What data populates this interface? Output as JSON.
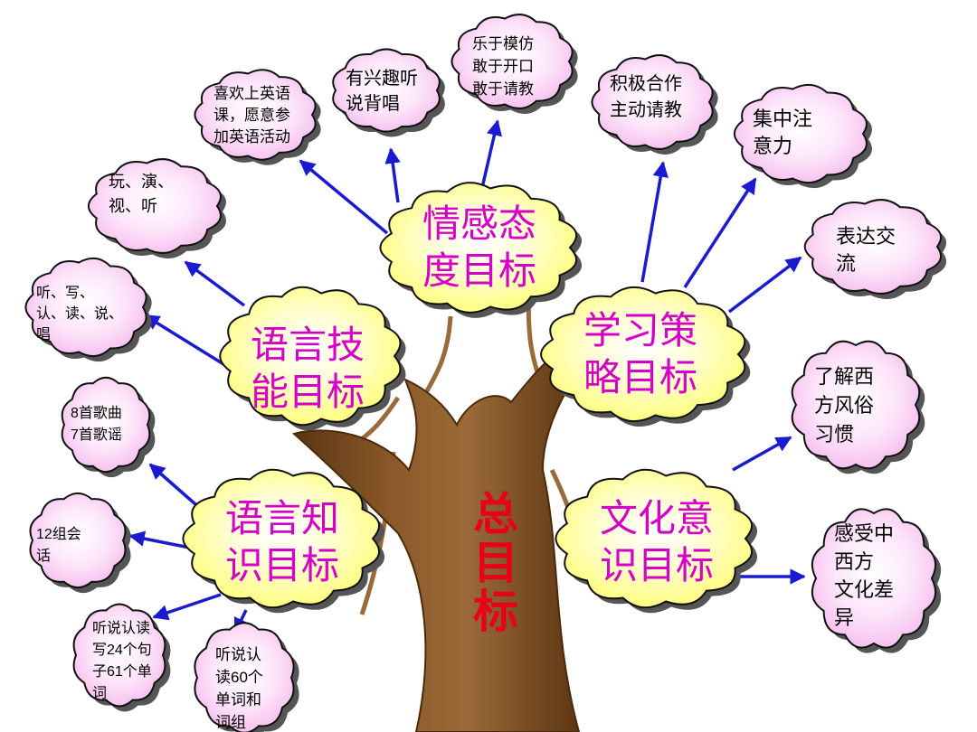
{
  "title": "总目标",
  "colors": {
    "title": "#e8001a",
    "main_goal_text": "#d400c8",
    "main_cloud_fill": "#ffff8a",
    "sub_cloud_fill": "#f8c8f0",
    "arrow": "#1a1ad0",
    "trunk": "#8a5a2b"
  },
  "goals": {
    "affect": [
      "情感态",
      "度目标"
    ],
    "strategy": [
      "学习策",
      "略目标"
    ],
    "skill": [
      "语言技",
      "能目标"
    ],
    "knowledge": [
      "语言知",
      "识目标"
    ],
    "culture": [
      "文化意",
      "识目标"
    ]
  },
  "details": {
    "like_english": [
      "喜欢上英语",
      "课，愿意参",
      "加英语活动"
    ],
    "interest": [
      "有兴趣听",
      "说背唱"
    ],
    "imitate": [
      "乐于模仿",
      "敢于开口",
      "敢于请教"
    ],
    "cooperate": [
      "积极合作",
      "主动请教"
    ],
    "focus": [
      "集中注",
      "意力"
    ],
    "express": [
      "表达交",
      "流"
    ],
    "play": [
      "玩、演、",
      "视、听"
    ],
    "four_skills": [
      "听、写、",
      "认、读、说、",
      "唱"
    ],
    "songs": [
      "8首歌曲",
      "7首歌谣"
    ],
    "dialogues": [
      "12组会",
      "话"
    ],
    "sentences": [
      "听说认读",
      "写24个句",
      "子61个单",
      "词"
    ],
    "words": [
      "听说认",
      "读60个",
      "单词和",
      "词组"
    ],
    "customs": [
      "了解西",
      "方风俗",
      "习惯"
    ],
    "differences": [
      "感受中",
      "西方",
      "文化差",
      "异"
    ]
  }
}
